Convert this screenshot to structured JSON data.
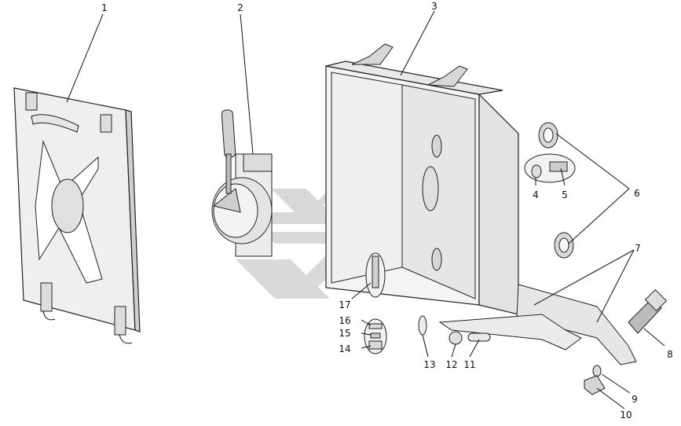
{
  "labels": [
    "1",
    "2",
    "3",
    "4",
    "5",
    "6",
    "7",
    "8",
    "9",
    "10",
    "11",
    "12",
    "13",
    "14",
    "15",
    "16",
    "17"
  ],
  "colors": {
    "part_fill": "#efefef",
    "part_shade": "#dcdcdc",
    "part_dark": "#c8c8c8",
    "outline": "#222222",
    "watermark": "#d6d6d6"
  }
}
